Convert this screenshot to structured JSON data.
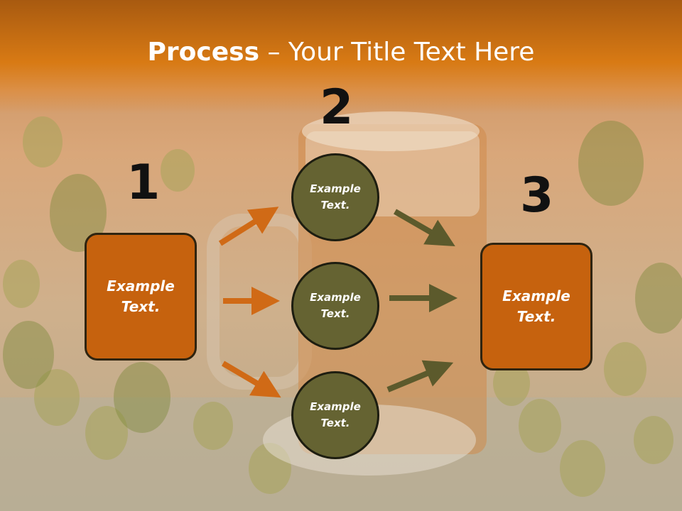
{
  "slide": {
    "title_bold": "Process",
    "title_dash": " – ",
    "title_rest": "Your Title Text Here"
  },
  "steps": [
    {
      "number": "1",
      "box_line1": "Example",
      "box_line2": "Text."
    },
    {
      "number": "2"
    },
    {
      "number": "3",
      "box_line1": "Example",
      "box_line2": "Text."
    }
  ],
  "circles": [
    {
      "line1": "Example",
      "line2": "Text."
    },
    {
      "line1": "Example",
      "line2": "Text."
    },
    {
      "line1": "Example",
      "line2": "Text."
    }
  ],
  "colors": {
    "header": "#d87a14",
    "box_fill": "#c6620e",
    "circle_fill": "#656332",
    "arrow_left": "#d06a16",
    "arrow_right": "#5c5a2c"
  }
}
